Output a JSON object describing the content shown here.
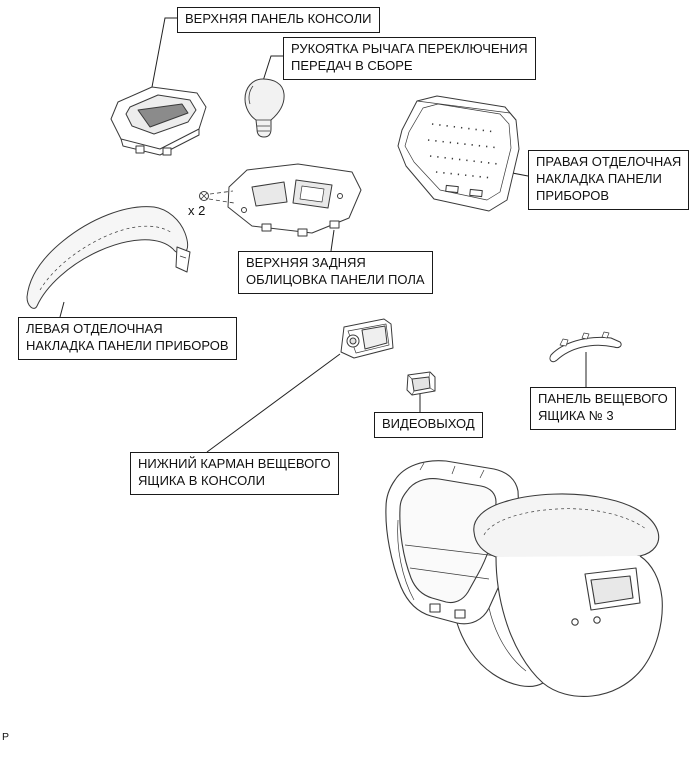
{
  "page_mark": "P",
  "annotations": {
    "screw_quantity": "x 2"
  },
  "callouts": {
    "console_upper_panel": {
      "label": "ВЕРХНЯЯ ПАНЕЛЬ КОНСОЛИ"
    },
    "shift_lever_knob": {
      "label": "РУКОЯТКА РЫЧАГА ПЕРЕКЛЮЧЕНИЯ\nПЕРЕДАЧ В СБОРЕ"
    },
    "right_instrument_panel_trim": {
      "label": "ПРАВАЯ ОТДЕЛОЧНАЯ\nНАКЛАДКА ПАНЕЛИ\nПРИБОРОВ"
    },
    "upper_rear_floor_panel_trim": {
      "label": "ВЕРХНЯЯ ЗАДНЯЯ\nОБЛИЦОВКА ПАНЕЛИ ПОЛА"
    },
    "left_instrument_panel_trim": {
      "label": "ЛЕВАЯ ОТДЕЛОЧНАЯ\nНАКЛАДКА ПАНЕЛИ ПРИБОРОВ"
    },
    "console_box_lower_pocket": {
      "label": "НИЖНИЙ КАРМАН ВЕЩЕВОГО\nЯЩИКА В КОНСОЛИ"
    },
    "video_output": {
      "label": "ВИДЕОВЫХОД"
    },
    "glove_box_panel_no_3": {
      "label": "ПАНЕЛЬ ВЕЩЕВОГО\nЯЩИКА № 3"
    }
  }
}
